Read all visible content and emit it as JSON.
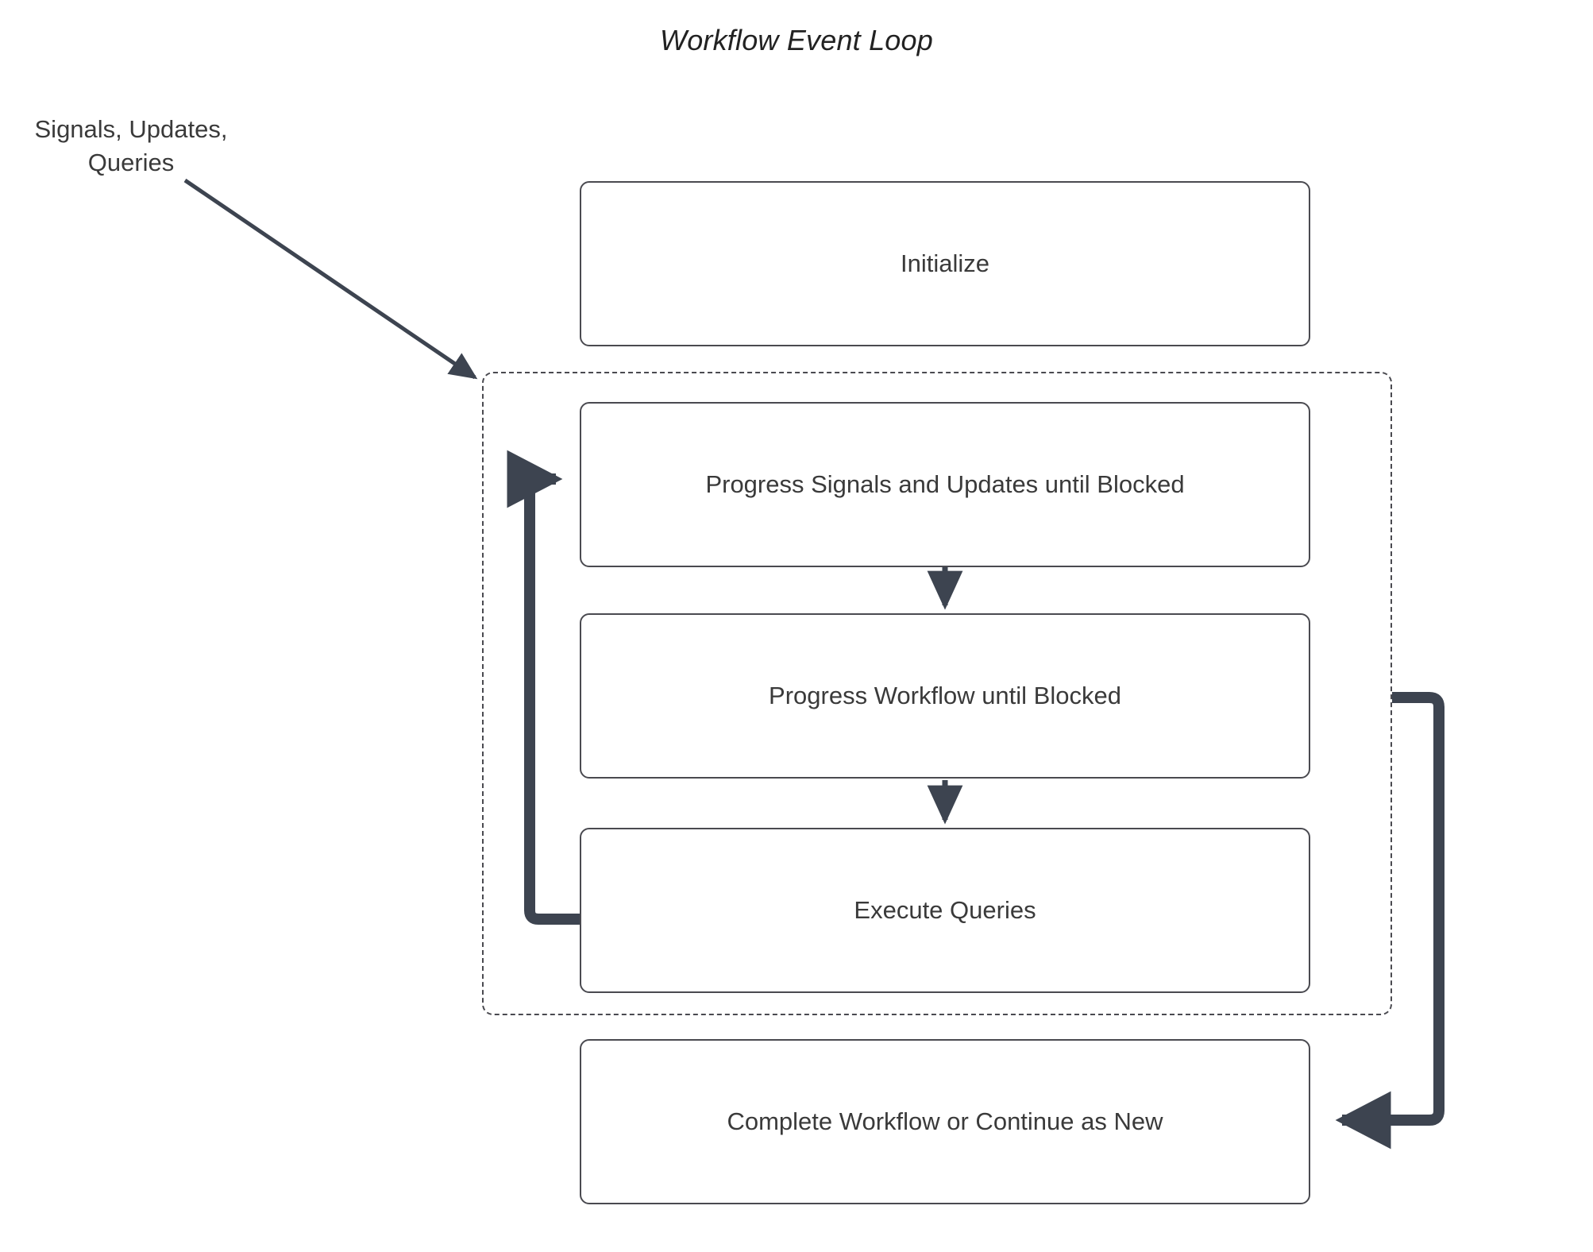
{
  "diagram": {
    "title": "Workflow Event Loop",
    "type": "flowchart",
    "background_color": "#ffffff",
    "node_border_color": "#4a4a50",
    "node_fill_color": "#ffffff",
    "text_color": "#3a3a3a",
    "connector_color": "#3d4450",
    "external_input_label": "Signals, Updates,\nQueries",
    "external_input_line1": "Signals, Updates,",
    "external_input_line2": "Queries",
    "nodes": [
      {
        "id": "initialize",
        "label": "Initialize",
        "inside_loop": false
      },
      {
        "id": "progress-signals",
        "label": "Progress Signals and Updates until Blocked",
        "inside_loop": true
      },
      {
        "id": "progress-workflow",
        "label": "Progress Workflow until Blocked",
        "inside_loop": true
      },
      {
        "id": "execute-queries",
        "label": "Execute Queries",
        "inside_loop": true
      },
      {
        "id": "complete-workflow",
        "label": "Complete Workflow or Continue as New",
        "inside_loop": false
      }
    ],
    "loop_group": {
      "id": "event-loop-group",
      "style": "dashed",
      "label": ""
    },
    "connectors": [
      {
        "id": "input-to-loop",
        "from": "Signals, Updates, Queries",
        "to": "event-loop-group",
        "style": "thin-diagonal-arrow"
      },
      {
        "id": "signals-to-workflow",
        "from": "Progress Signals and Updates until Blocked",
        "to": "Progress Workflow until Blocked",
        "style": "thin-vertical-arrow"
      },
      {
        "id": "workflow-to-queries",
        "from": "Progress Workflow until Blocked",
        "to": "Execute Queries",
        "style": "thin-vertical-arrow"
      },
      {
        "id": "queries-back-to-signals",
        "from": "Execute Queries",
        "to": "Progress Signals and Updates until Blocked",
        "style": "thick-loop-arrow-left"
      },
      {
        "id": "loop-to-complete",
        "from": "event-loop-group",
        "to": "Complete Workflow or Continue as New",
        "style": "thick-loop-arrow-right"
      }
    ]
  }
}
